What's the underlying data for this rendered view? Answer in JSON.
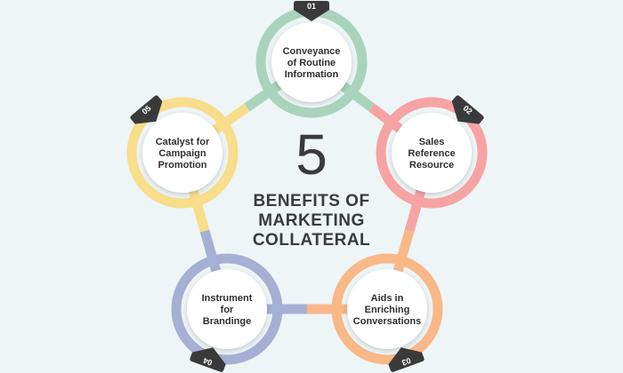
{
  "center": {
    "number": "5",
    "title_lines": [
      "BENEFITS OF",
      "MARKETING",
      "COLLATERAL"
    ]
  },
  "nodes": [
    {
      "badge": "01",
      "lines": [
        "Conveyance",
        "of Routine",
        "Information"
      ],
      "color": "#a9d3bd"
    },
    {
      "badge": "02",
      "lines": [
        "Sales",
        "Reference",
        "Resource"
      ],
      "color": "#f6a3a3"
    },
    {
      "badge": "03",
      "lines": [
        "Aids in",
        "Enriching",
        "Conversations"
      ],
      "color": "#f9b887"
    },
    {
      "badge": "04",
      "lines": [
        "Instrument",
        "for",
        "Brandinge"
      ],
      "color": "#a6b0d4"
    },
    {
      "badge": "05",
      "lines": [
        "Catalyst for",
        "Campaign",
        "Promotion"
      ],
      "color": "#f8dd8a"
    }
  ],
  "colors": {
    "background": "#eef5f7",
    "node_fill": "#ffffff",
    "badge_fill": "#3a3a3a",
    "text": "#3a3a3a"
  }
}
